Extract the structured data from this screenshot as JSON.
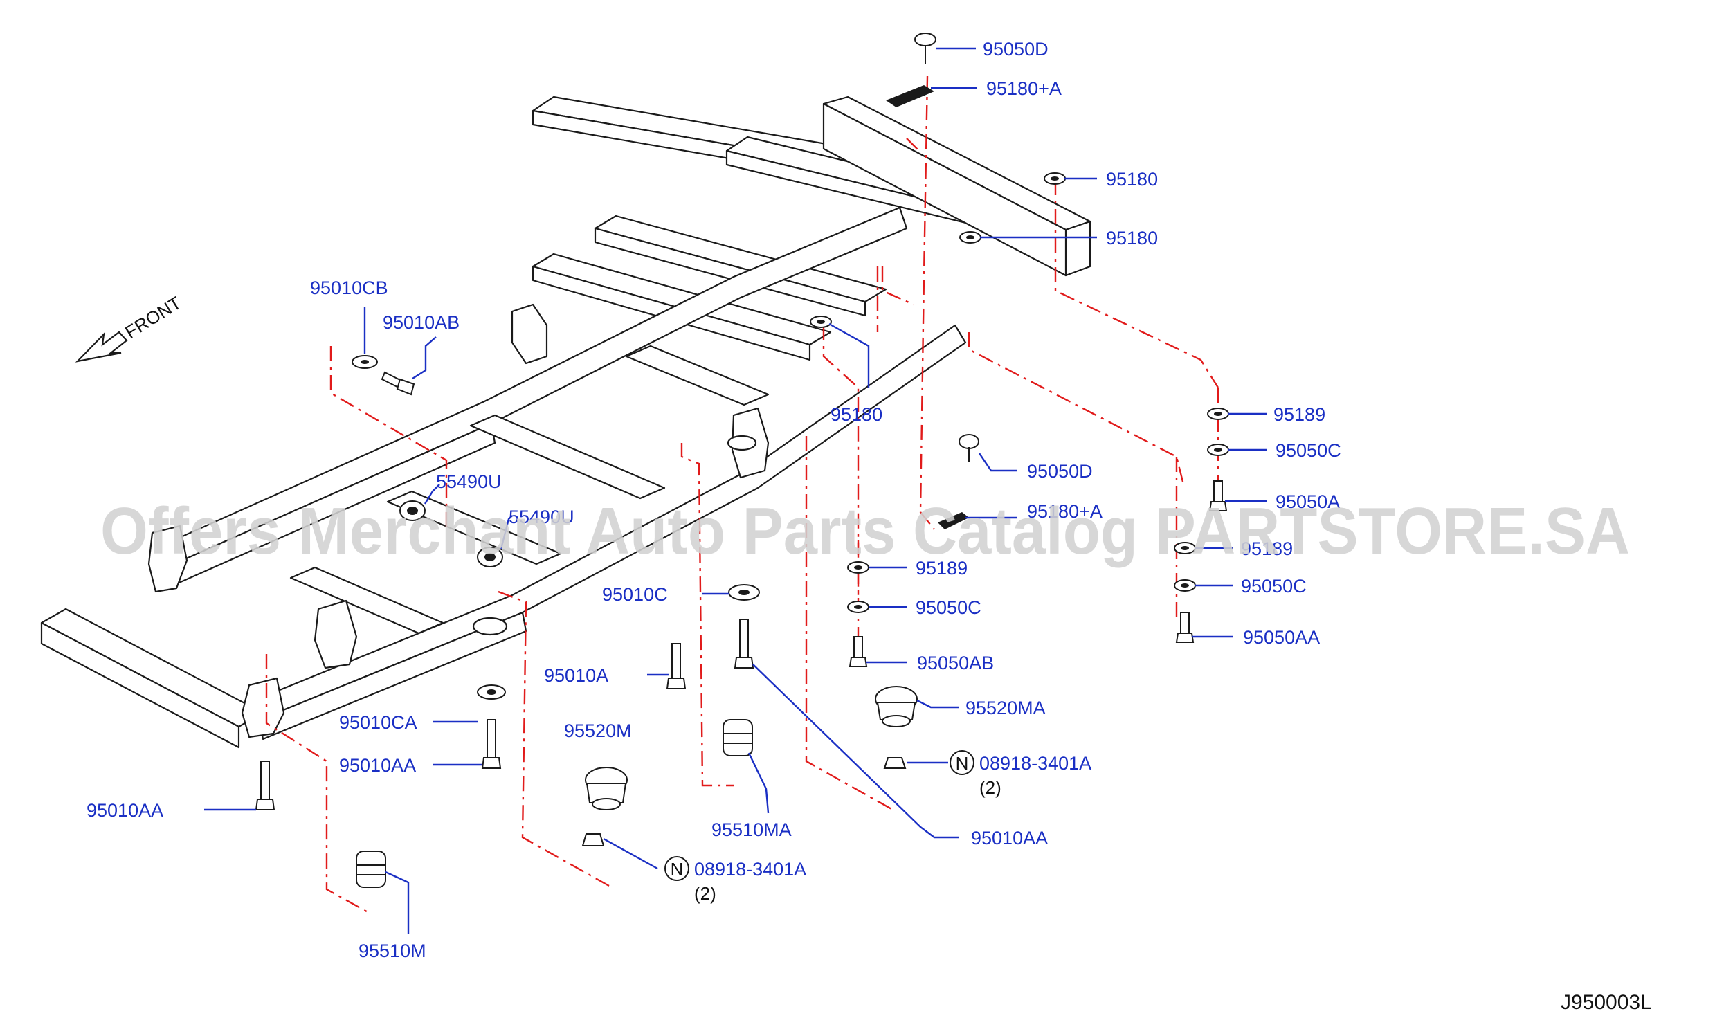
{
  "diagram_code": "J950003L",
  "front_label": "FRONT",
  "watermark": "Offers Merchant Auto Parts Catalog PARTSTORE.SA",
  "callouts": {
    "c95050D_top": "95050D",
    "c95180A_top": "95180+A",
    "c95180_1": "95180",
    "c95180_2": "95180",
    "c95180_3": "95180",
    "c95010CB": "95010CB",
    "c95010AB": "95010AB",
    "c55490U_1": "55490U",
    "c55490U_2": "55490U",
    "c95189_r1": "95189",
    "c95050C_r1": "95050C",
    "c95050A_r": "95050A",
    "c95189_r2": "95189",
    "c95050C_r2": "95050C",
    "c95050AA_r": "95050AA",
    "c95050D_mid": "95050D",
    "c95180A_mid": "95180+A",
    "c95189_m": "95189",
    "c95050C_m": "95050C",
    "c95050AB_m": "95050AB",
    "c95520MA": "95520MA",
    "c08918_r": "08918-3401A",
    "c08918_r_qty": "(2)",
    "c95010C": "95010C",
    "c95010A": "95010A",
    "c95010CA": "95010CA",
    "c95010AA_mid": "95010AA",
    "c95010AA_left": "95010AA",
    "c95520M": "95520M",
    "c95510MA": "95510MA",
    "c95010AA_right": "95010AA",
    "c08918_l": "08918-3401A",
    "c08918_l_qty": "(2)",
    "c95510M": "95510M",
    "n_symbol": "N"
  },
  "colors": {
    "callout_text": "#1a2fc4",
    "phantom_line": "#e11b1b",
    "line_art": "#1a1a1a",
    "watermark": "#d2d2d2"
  }
}
